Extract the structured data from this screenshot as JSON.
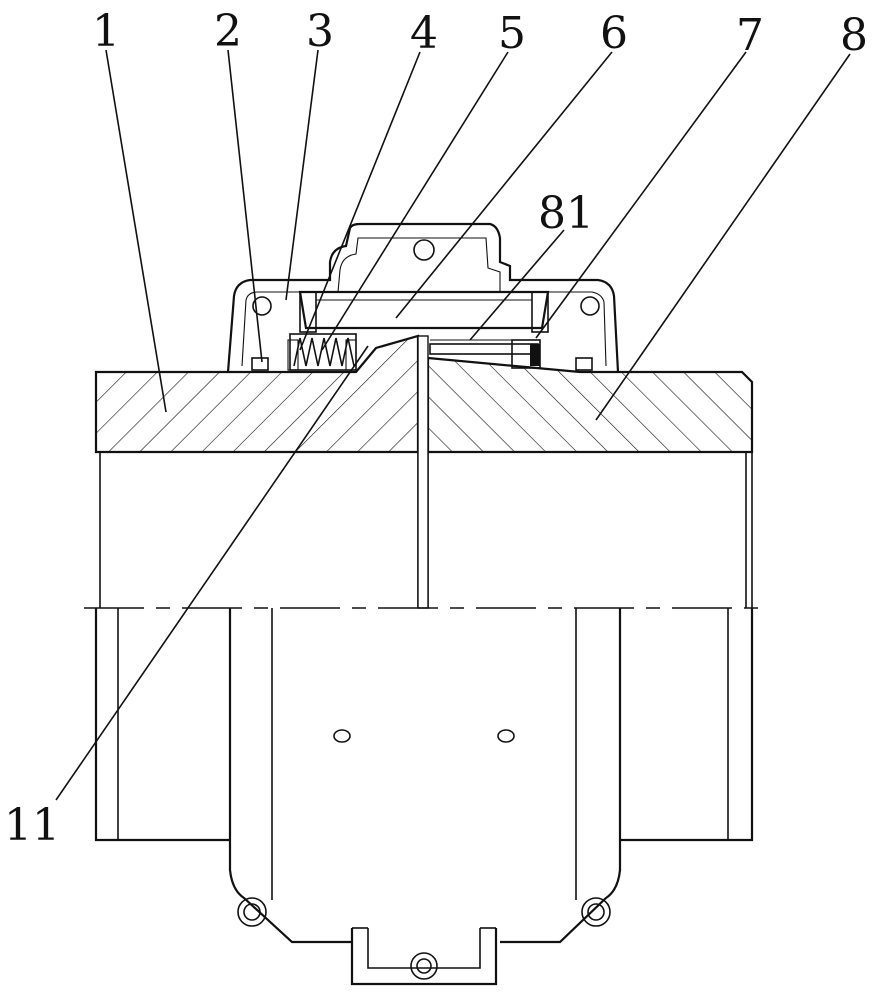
{
  "labels": {
    "l1": "1",
    "l2": "2",
    "l3": "3",
    "l4": "4",
    "l5": "5",
    "l6": "6",
    "l7": "7",
    "l8": "8",
    "l81": "81",
    "l11": "11"
  }
}
